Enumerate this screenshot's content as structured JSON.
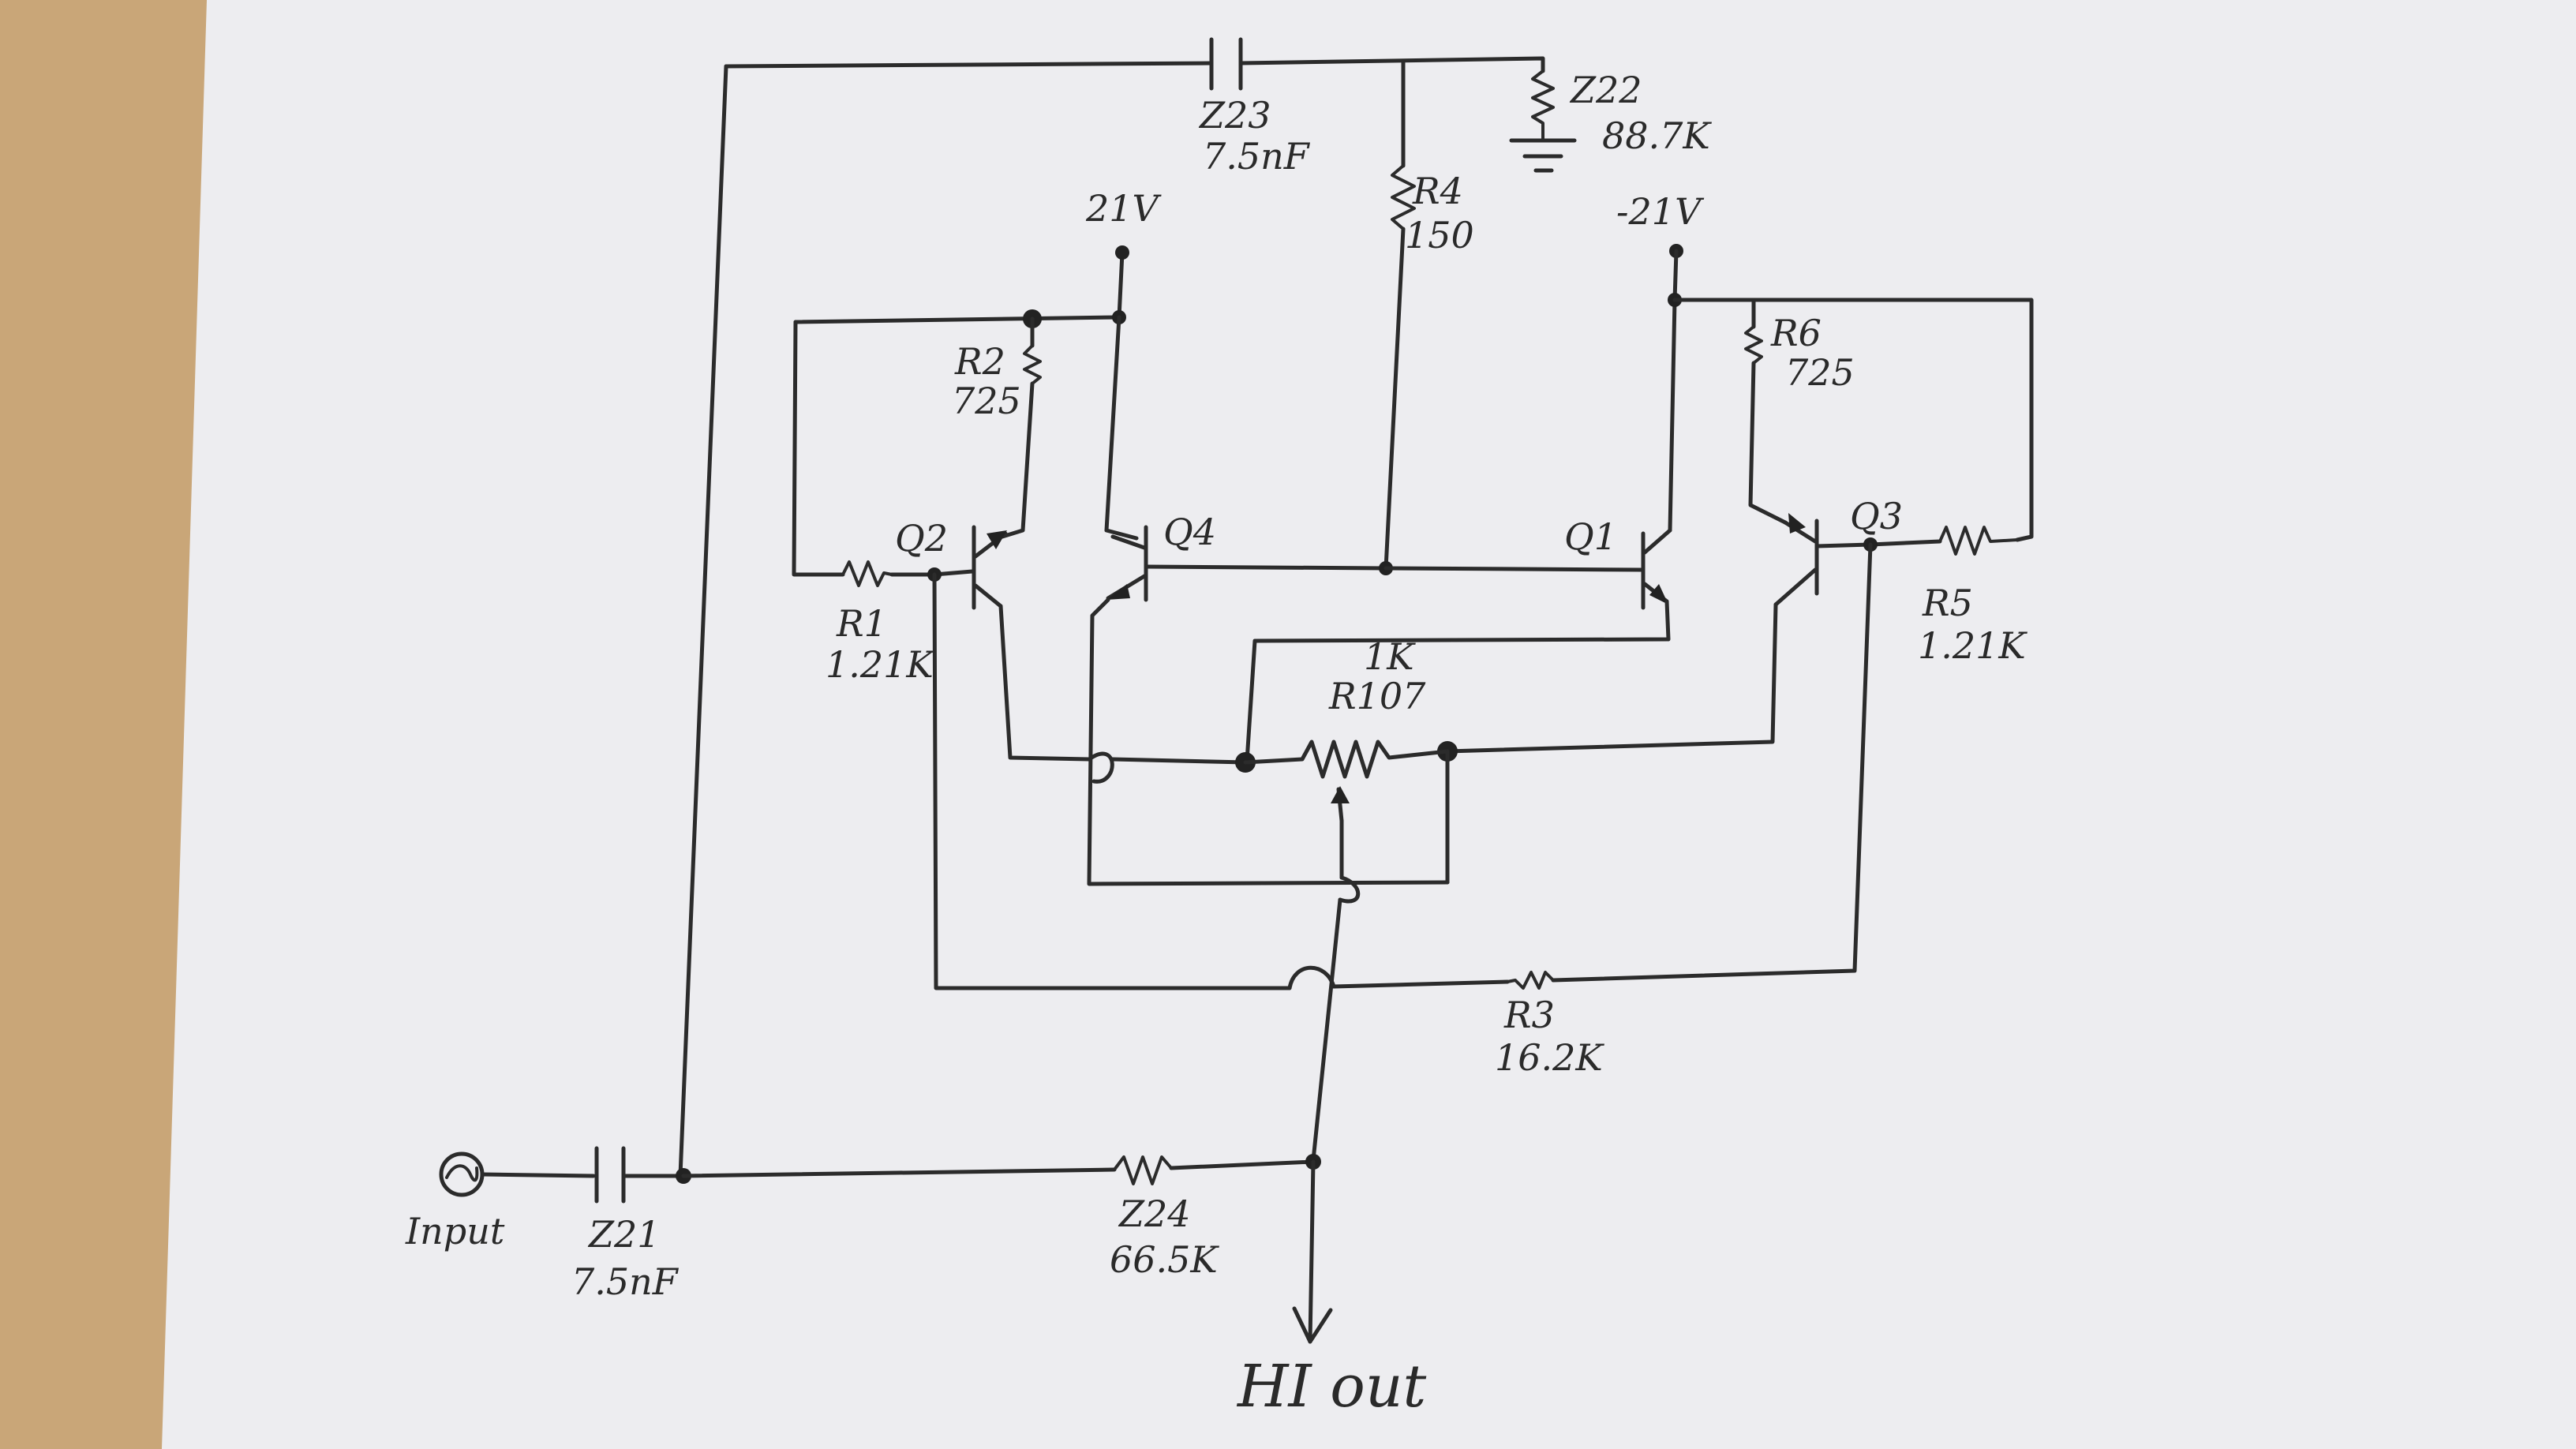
{
  "labels": {
    "z23_name": "Z23",
    "z23_value": "7.5nF",
    "z22_name": "Z22",
    "z22_value": "88.7K",
    "r4_name": "R4",
    "r4_value": "150",
    "v_pos": "21V",
    "v_neg": "-21V",
    "r2_name": "R2",
    "r2_value": "725",
    "r6_name": "R6",
    "r6_value": "725",
    "q2": "Q2",
    "q4": "Q4",
    "q1": "Q1",
    "q3": "Q3",
    "r1_name": "R1",
    "r1_value": "1.21K",
    "r5_name": "R5",
    "r5_value": "1.21K",
    "pot_value": "1K",
    "pot_name": "R107",
    "r3_name": "R3",
    "r3_value": "16.2K",
    "input": "Input",
    "z21_name": "Z21",
    "z21_value": "7.5nF",
    "z24_name": "Z24",
    "z24_value": "66.5K",
    "output": "HI out"
  }
}
